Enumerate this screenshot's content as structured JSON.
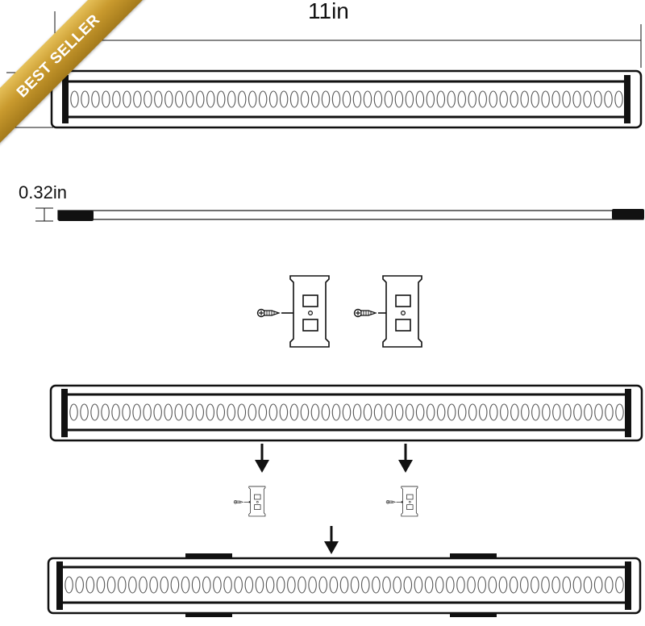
{
  "badge": {
    "text": "BEST SELLER",
    "color": "#c99a2e"
  },
  "dimensions": {
    "length_label": "11in",
    "thickness_label": "0.32in"
  },
  "led_bar": {
    "led_count": 53,
    "led_glyph": "O"
  },
  "icons": [
    "screw-icon",
    "mounting-clip-icon",
    "down-arrow-icon"
  ],
  "colors": {
    "line": "#111111",
    "bar_fill": "#ffffff"
  }
}
